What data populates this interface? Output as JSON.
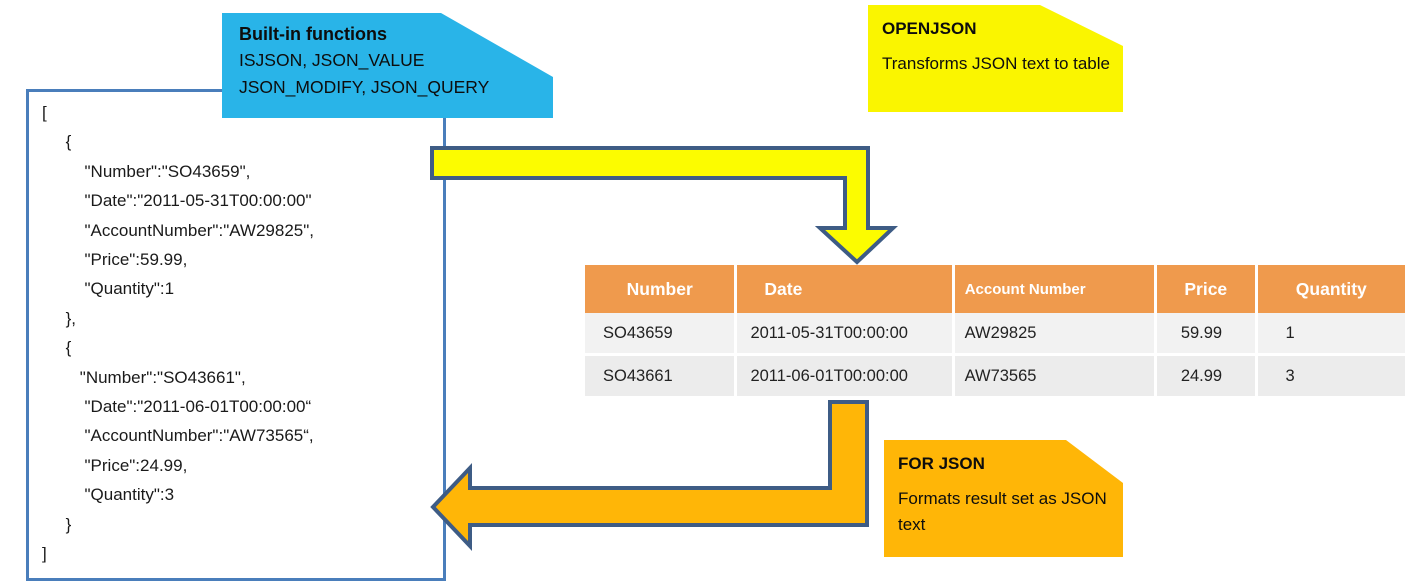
{
  "callouts": {
    "builtin": {
      "title": "Built-in functions",
      "line1": "ISJSON, JSON_VALUE",
      "line2": "JSON_MODIFY, JSON_QUERY"
    },
    "openjson": {
      "title": "OPENJSON",
      "body": "Transforms JSON text to table"
    },
    "forjson": {
      "title": "FOR JSON",
      "body": "Formats result set as JSON text"
    }
  },
  "json_document": {
    "lines": [
      "[",
      "     {",
      "         \"Number\":\"SO43659\",",
      "         \"Date\":\"2011-05-31T00:00:00\"",
      "         \"AccountNumber\":\"AW29825\",",
      "         \"Price\":59.99,",
      "         \"Quantity\":1",
      "     },",
      "     {",
      "        \"Number\":\"SO43661\",",
      "         \"Date\":\"2011-06-01T00:00:00“",
      "         \"AccountNumber\":\"AW73565“,",
      "         \"Price\":24.99,",
      "         \"Quantity\":3",
      "     }",
      "]"
    ]
  },
  "table": {
    "columns": [
      "Number",
      "Date",
      "Account Number",
      "Price",
      "Quantity"
    ],
    "rows": [
      [
        "SO43659",
        "2011-05-31T00:00:00",
        "AW29825",
        "59.99",
        "1"
      ],
      [
        "SO43661",
        "2011-06-01T00:00:00",
        "AW73565",
        "24.99",
        "3"
      ]
    ]
  },
  "arrows": {
    "openjson_arrow": "json-text-to-table",
    "forjson_arrow": "table-to-json-text"
  },
  "colors": {
    "callout_blue": "#29b4e8",
    "callout_yellow": "#faf500",
    "callout_orange": "#ffb607",
    "table_header_orange": "#ef9a4d",
    "table_row_gray": "#f2f2f2",
    "arrow_yellow_fill": "#fcfc00",
    "arrow_orange_fill": "#ffb607",
    "arrow_outline_blue": "#3e5c85",
    "json_box_border_blue": "#4a7ebb"
  }
}
